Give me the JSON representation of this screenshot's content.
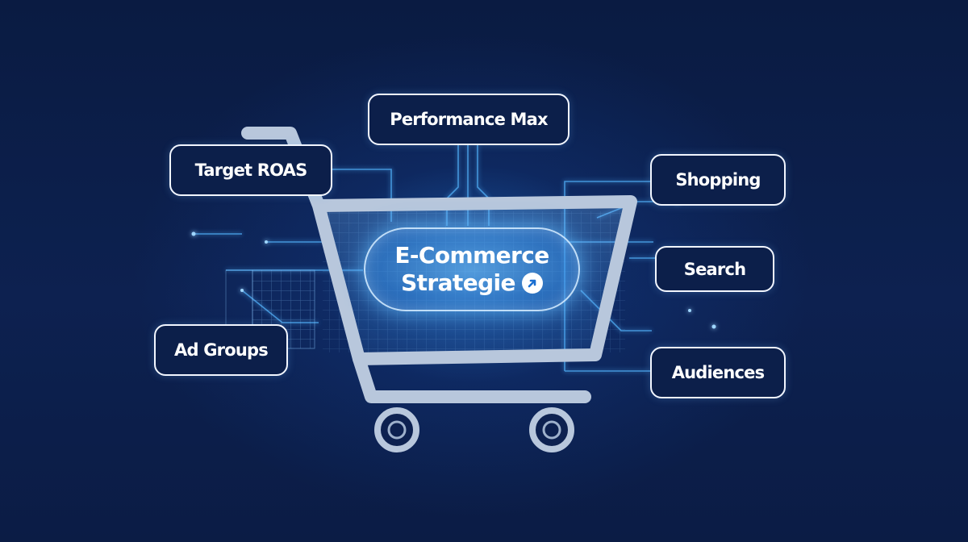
{
  "center": {
    "line1": "E-Commerce",
    "line2": "Strategie",
    "badge_icon": "arrow-up-right-icon"
  },
  "tags": {
    "performance_max": "Performance Max",
    "target_roas": "Target ROAS",
    "shopping": "Shopping",
    "search": "Search",
    "ad_groups": "Ad Groups",
    "audiences": "Audiences"
  },
  "colors": {
    "background": "#0b1d44",
    "tag_border": "#f2f6ff",
    "glow": "#5fb8ff",
    "cart": "#b8c7dc"
  }
}
